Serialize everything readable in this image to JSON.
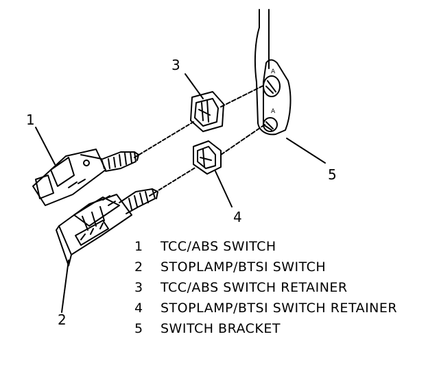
{
  "callouts": {
    "c1": "1",
    "c2": "2",
    "c3": "3",
    "c4": "4",
    "c5": "5"
  },
  "legend": [
    {
      "number": "1",
      "text": "TCC/ABS SWITCH"
    },
    {
      "number": "2",
      "text": "STOPLAMP/BTSI SWITCH"
    },
    {
      "number": "3",
      "text": "TCC/ABS SWITCH RETAINER"
    },
    {
      "number": "4",
      "text": "STOPLAMP/BTSI SWITCH RETAINER"
    },
    {
      "number": "5",
      "text": "SWITCH BRACKET"
    }
  ],
  "icons": [
    "tcc-abs-switch-icon",
    "stoplamp-btsi-switch-icon",
    "retainer-icon",
    "switch-bracket-icon"
  ]
}
